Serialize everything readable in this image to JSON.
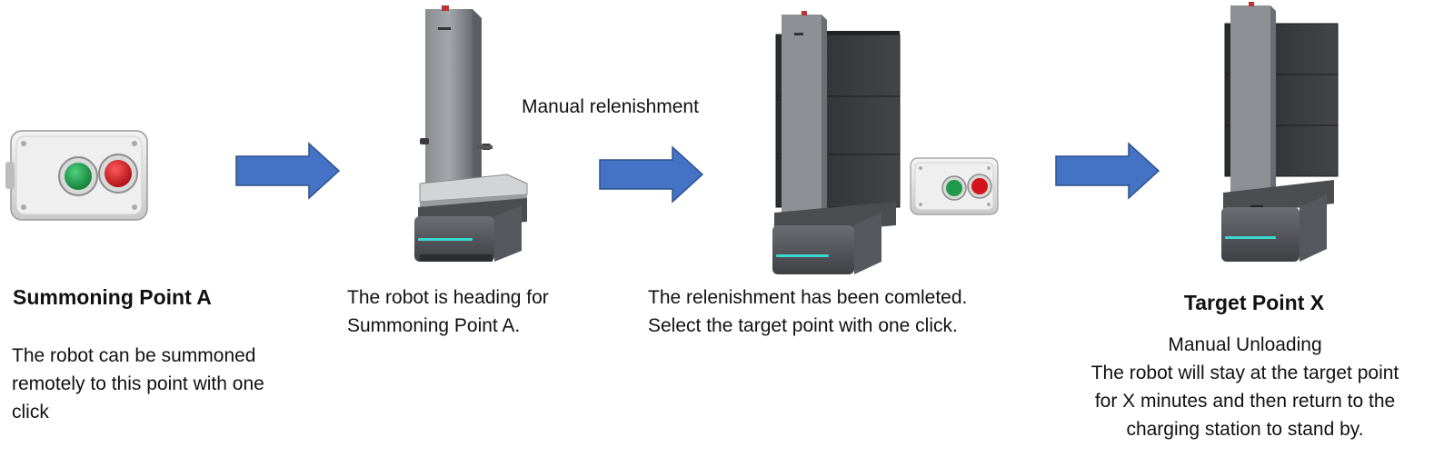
{
  "steps": [
    {
      "title": "Summoning Point A",
      "body_lines": [
        "The robot can be summoned",
        "remotely to this point with one",
        "click"
      ]
    },
    {
      "body_lines": [
        "The robot is heading for",
        "Summoning Point A."
      ]
    },
    {
      "label": "Manual relenishment",
      "body_lines": [
        "The relenishment has been comleted.",
        "Select the target point with one click."
      ]
    },
    {
      "title": "Target Point X",
      "subtitle": "Manual Unloading",
      "body_lines": [
        "The robot will stay at the target point",
        "for X minutes and then return to the",
        "charging station to stand by."
      ]
    }
  ],
  "colors": {
    "arrow": "#4472C4",
    "arrow_stroke": "#2F528F",
    "button_green": "#1f9a4a",
    "button_red": "#d4141c",
    "robot_body": "#5a5d61",
    "robot_accent": "#3ad6d0"
  },
  "icons": [
    "push-button-box-icon",
    "right-arrow-icon",
    "robot-icon"
  ]
}
